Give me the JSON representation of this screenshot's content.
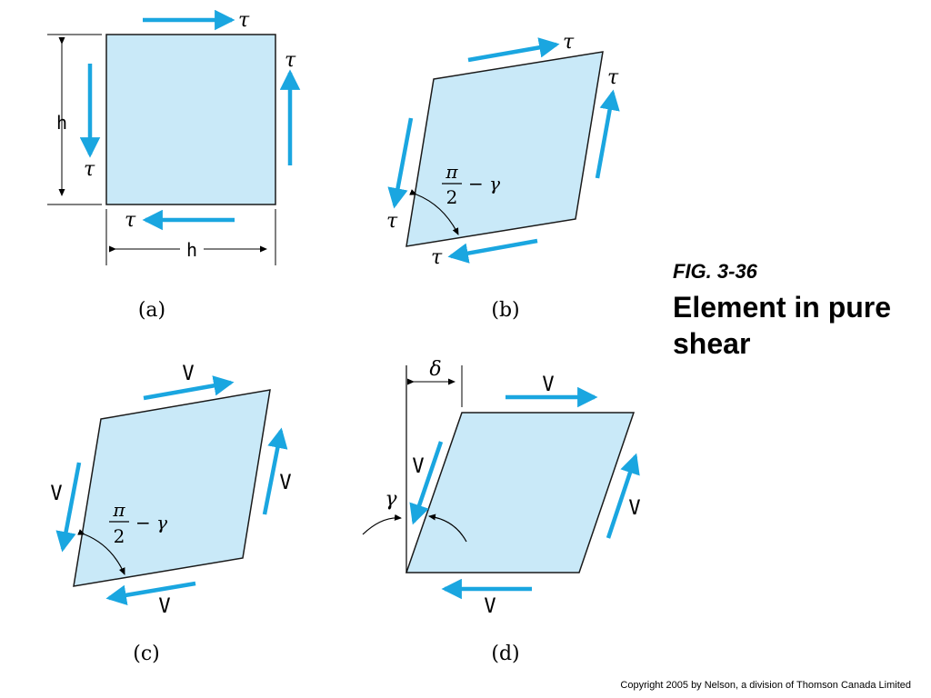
{
  "caption": {
    "figure_number": "FIG. 3-36",
    "title": "Element in pure shear"
  },
  "copyright": "Copyright 2005 by Nelson, a division of Thomson Canada Limited",
  "colors": {
    "element_fill": "#c9e9f8",
    "element_stroke": "#1a1a1a",
    "arrow": "#1aa6e0",
    "text": "#000000"
  },
  "symbols": {
    "tau": "τ",
    "h": "h",
    "V": "V",
    "pi": "π",
    "two": "2",
    "minus_gamma": "− γ",
    "gamma": "γ",
    "delta": "δ"
  },
  "panels": {
    "a": {
      "label": "(a)"
    },
    "b": {
      "label": "(b)"
    },
    "c": {
      "label": "(c)"
    },
    "d": {
      "label": "(d)"
    }
  }
}
